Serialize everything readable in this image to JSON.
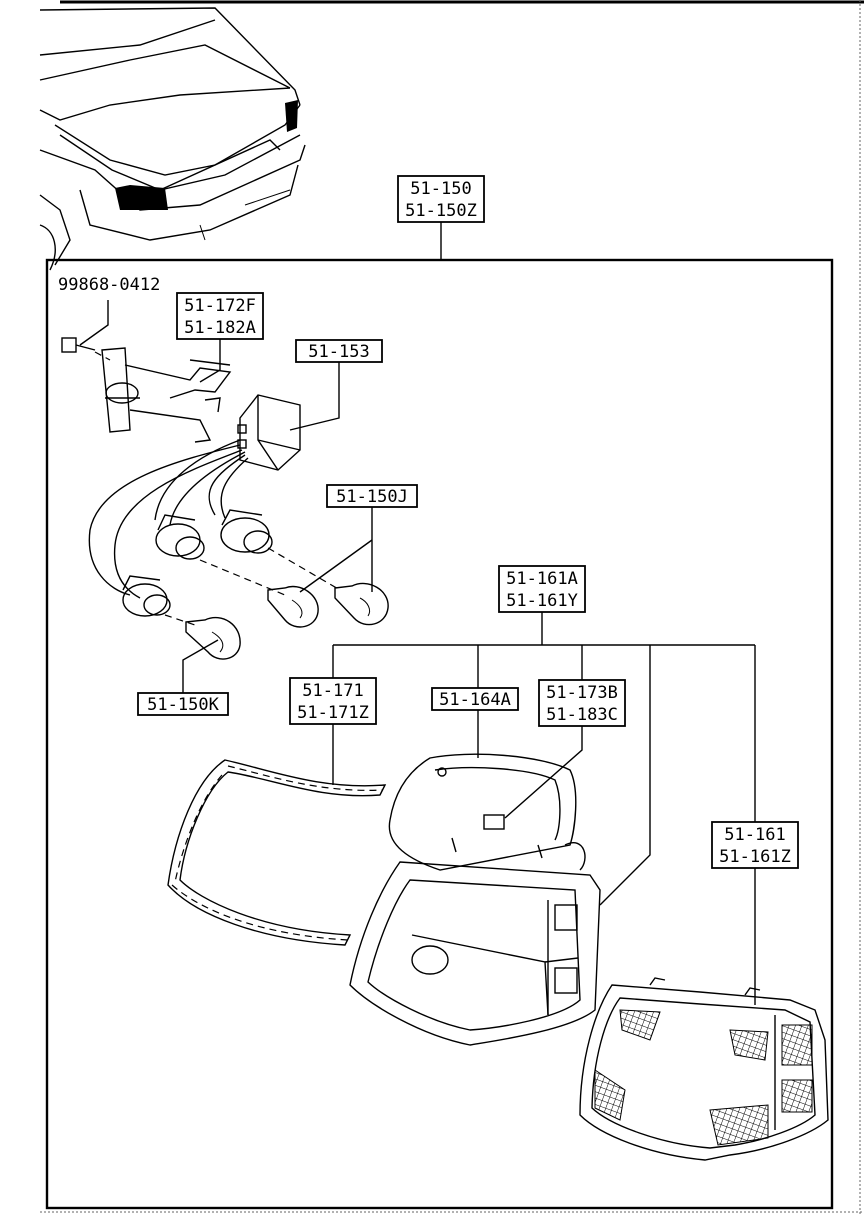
{
  "labels": {
    "assembly": [
      "51-150",
      "51-150Z"
    ],
    "screw": "99868-0412",
    "bracket": [
      "51-172F",
      "51-182A"
    ],
    "socket_harness": "51-153",
    "bulb_j": "51-150J",
    "bulb_k": "51-150K",
    "housing_set": [
      "51-161A",
      "51-161Y"
    ],
    "gasket": [
      "51-171",
      "51-171Z"
    ],
    "housing": "51-164A",
    "clip": [
      "51-173B",
      "51-183C"
    ],
    "lens": [
      "51-161",
      "51-161Z"
    ]
  },
  "colors": {
    "ink": "#000000",
    "paper": "#ffffff"
  }
}
